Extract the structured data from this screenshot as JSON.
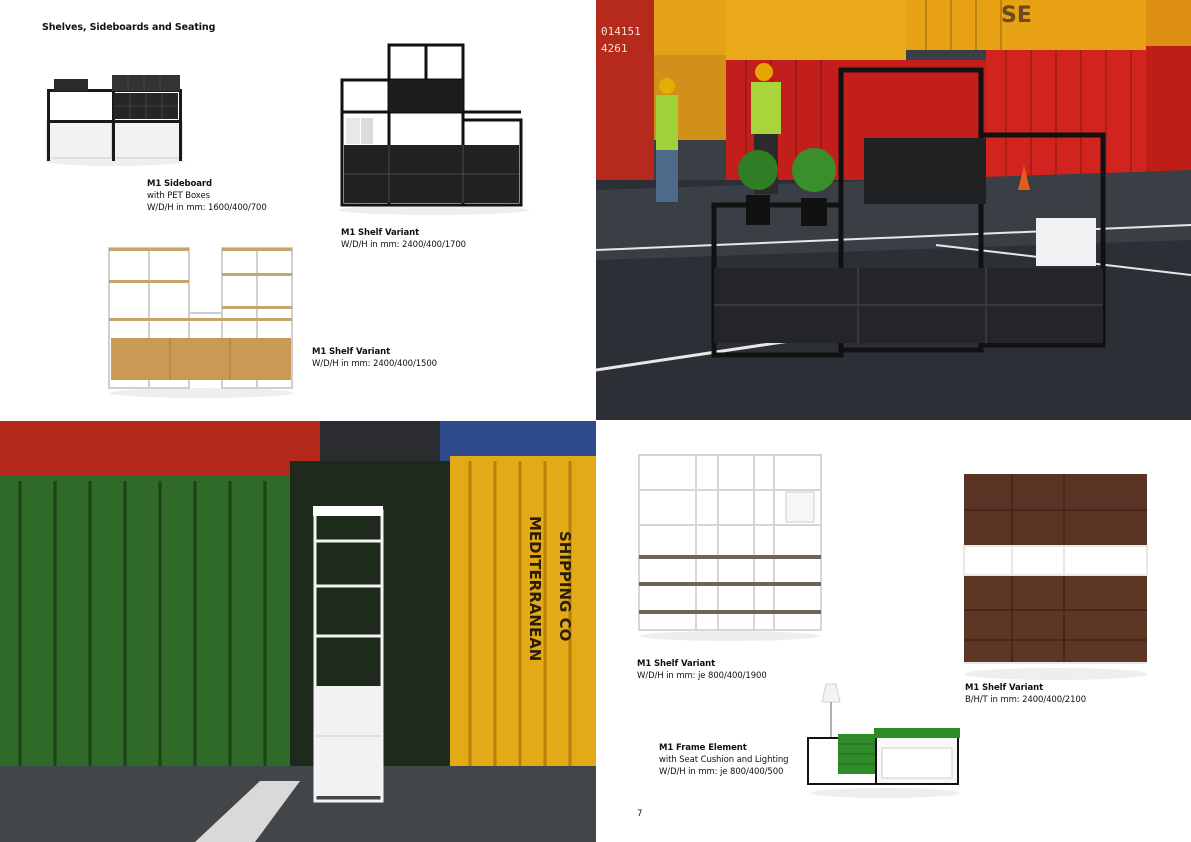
{
  "page": {
    "section_title": "Shelves, Sideboards and Seating",
    "page_number": "7"
  },
  "captions": [
    {
      "title": "M1 Sideboard",
      "lines": [
        "with PET Boxes",
        "W/D/H in mm: 1600/400/700"
      ]
    },
    {
      "title": "M1 Shelf Variant",
      "lines": [
        "W/D/H in mm: 2400/400/1700"
      ]
    },
    {
      "title": "M1 Shelf Variant",
      "lines": [
        "W/D/H in mm: 2400/400/1500"
      ]
    },
    {
      "title": "M1 Shelf Variant",
      "lines": [
        "W/D/H in mm: je 800/400/1900"
      ]
    },
    {
      "title": "M1 Shelf Variant",
      "lines": [
        "B/H/T in mm: 2400/400/2100"
      ]
    },
    {
      "title": "M1 Frame Element",
      "lines": [
        "with Seat Cushion and Lighting",
        "W/D/H in mm: je 800/400/500"
      ]
    }
  ],
  "photo_text": {
    "container_top_a": "014151",
    "container_top_b": "4261",
    "container_mark": "SE",
    "container_vertical_a": "MEDITERRANEAN",
    "container_vertical_b": "SHIPPING CO"
  }
}
